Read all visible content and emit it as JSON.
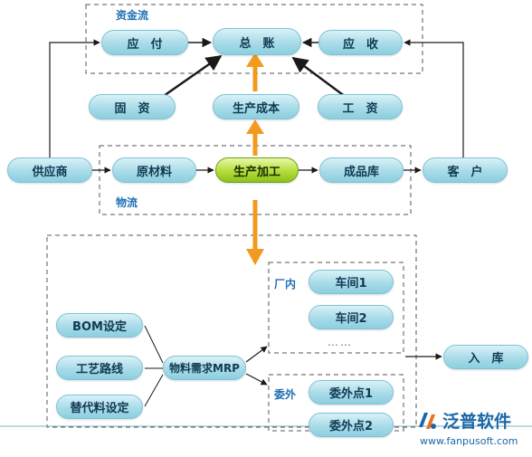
{
  "sections": {
    "capital_flow": "资金流",
    "logistics": "物流",
    "in_factory": "厂内",
    "outsourced": "委外"
  },
  "nodes": {
    "payable": "应　付",
    "ledger": "总　账",
    "receivable": "应　收",
    "fixed_assets": "固　资",
    "production_cost": "生产成本",
    "wages": "工　资",
    "supplier": "供应商",
    "raw_material": "原材料",
    "production": "生产加工",
    "finished_goods": "成品库",
    "customer": "客　户",
    "workshop1": "车间1",
    "workshop2": "车间2",
    "ellipsis": "……",
    "outsource1": "委外点1",
    "outsource2": "委外点2",
    "warehousing": "入　库",
    "bom": "BOM设定",
    "routing": "工艺路线",
    "substitute": "替代料设定",
    "mrp": "物料需求MRP"
  },
  "logo": {
    "name": "泛普软件",
    "url": "www.fanpusoft.com"
  },
  "colors": {
    "node_fill": "#a8dbe8",
    "highlight_fill": "#b4dc3a",
    "flow_arrow": "#f39a1e",
    "line": "#1a1a1a",
    "section_label": "#1f6fb5"
  }
}
